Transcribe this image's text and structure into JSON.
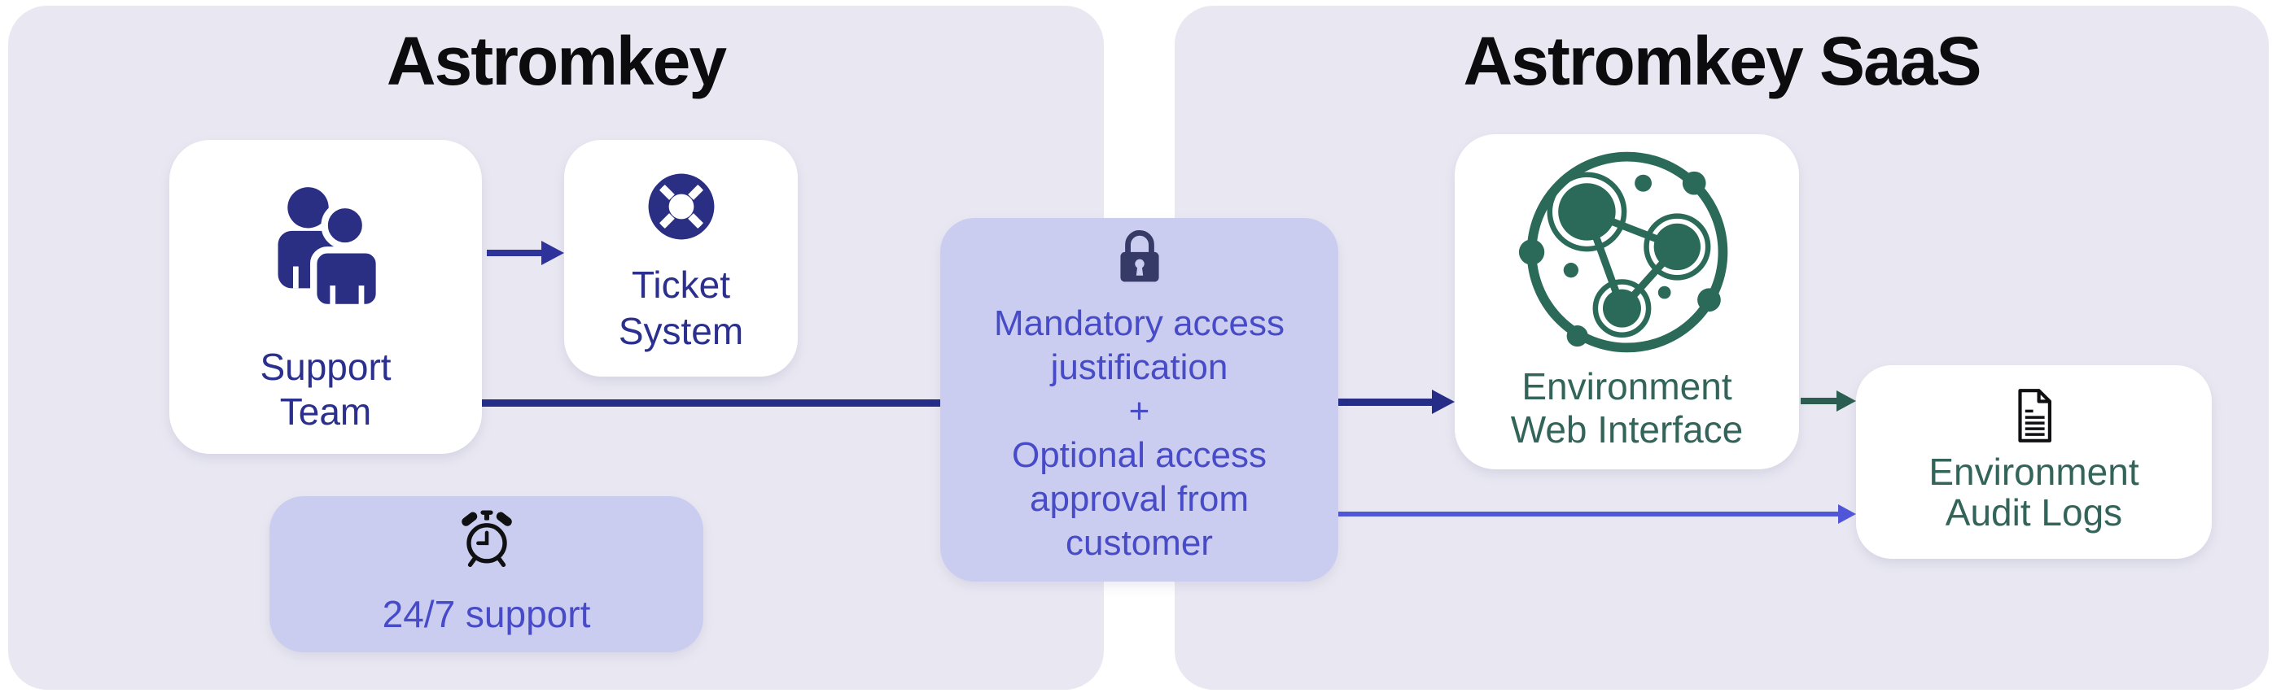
{
  "left_panel_title": "Astromkey",
  "right_panel_title": "Astromkey SaaS",
  "support_team": {
    "line1": "Support",
    "line2": "Team"
  },
  "ticket_system": {
    "line1": "Ticket",
    "line2": "System"
  },
  "support_badge": {
    "label": "24/7 support"
  },
  "access_gate": {
    "lines": [
      "Mandatory access",
      "justification",
      "+",
      "Optional access",
      "approval from",
      "customer"
    ]
  },
  "web_interface": {
    "line1": "Environment",
    "line2": "Web Interface"
  },
  "audit_logs": {
    "line1": "Environment",
    "line2": "Audit Logs"
  },
  "icons": {
    "support_team": "people-icon",
    "ticket_system": "lifebuoy-icon",
    "support_badge": "alarm-clock-icon",
    "access_gate": "lock-icon",
    "web_interface": "network-nodes-icon",
    "audit_logs": "document-icon"
  },
  "colors": {
    "panel_background": "#e9e8f2",
    "card_background": "#ffffff",
    "accent_box_background": "#cbcdf0",
    "navy_icon": "#2b2f83",
    "navy_label": "#2b2f8e",
    "indigo_label": "#474bc8",
    "lock_icon": "#363a67",
    "dark_connector": "#262d87",
    "support_to_ticket_arrow": "#2e339c",
    "blue_connector": "#5156d8",
    "green_connector": "#2b5e51",
    "teal_icon": "#2b6a58",
    "teal_label": "#33645a",
    "title_color": "#0c0c0e"
  }
}
